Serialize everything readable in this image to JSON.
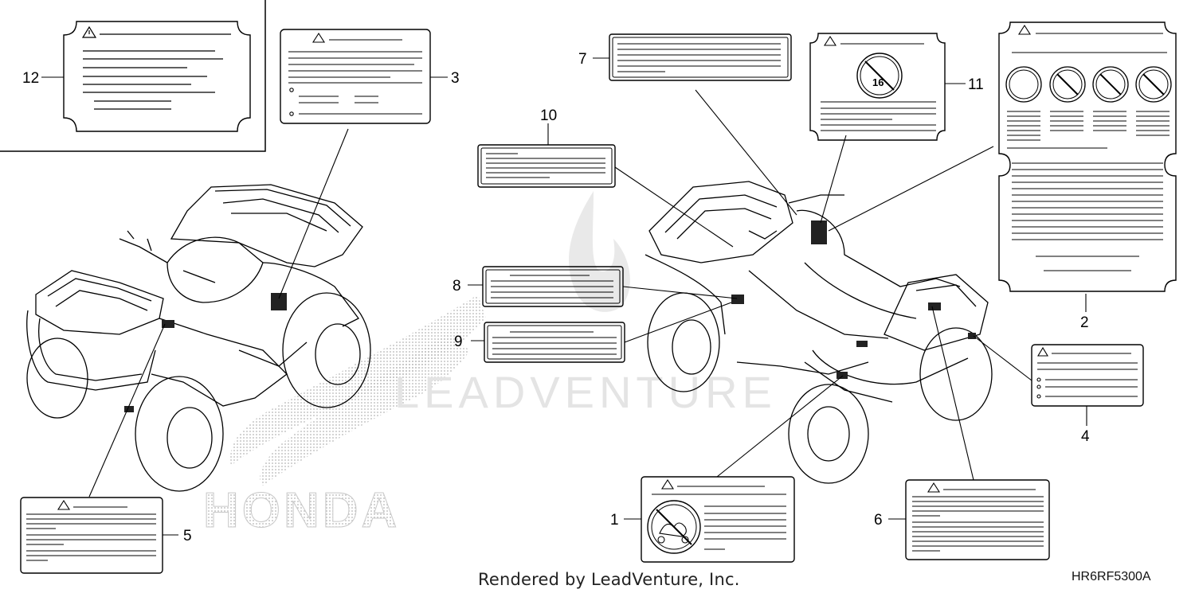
{
  "callouts": {
    "c1": "1",
    "c2": "2",
    "c3": "3",
    "c4": "4",
    "c5": "5",
    "c6": "6",
    "c7": "7",
    "c8": "8",
    "c9": "9",
    "c10": "10",
    "c11": "11",
    "c12": "12"
  },
  "label11_number": "16",
  "watermark": {
    "leadventure": "LEADVENTURE",
    "honda": "HONDA"
  },
  "footer": {
    "credit": "Rendered by LeadVenture, Inc.",
    "code": "HR6RF5300A"
  },
  "colors": {
    "line": "#000000",
    "watermark": "#d8d8d8"
  }
}
